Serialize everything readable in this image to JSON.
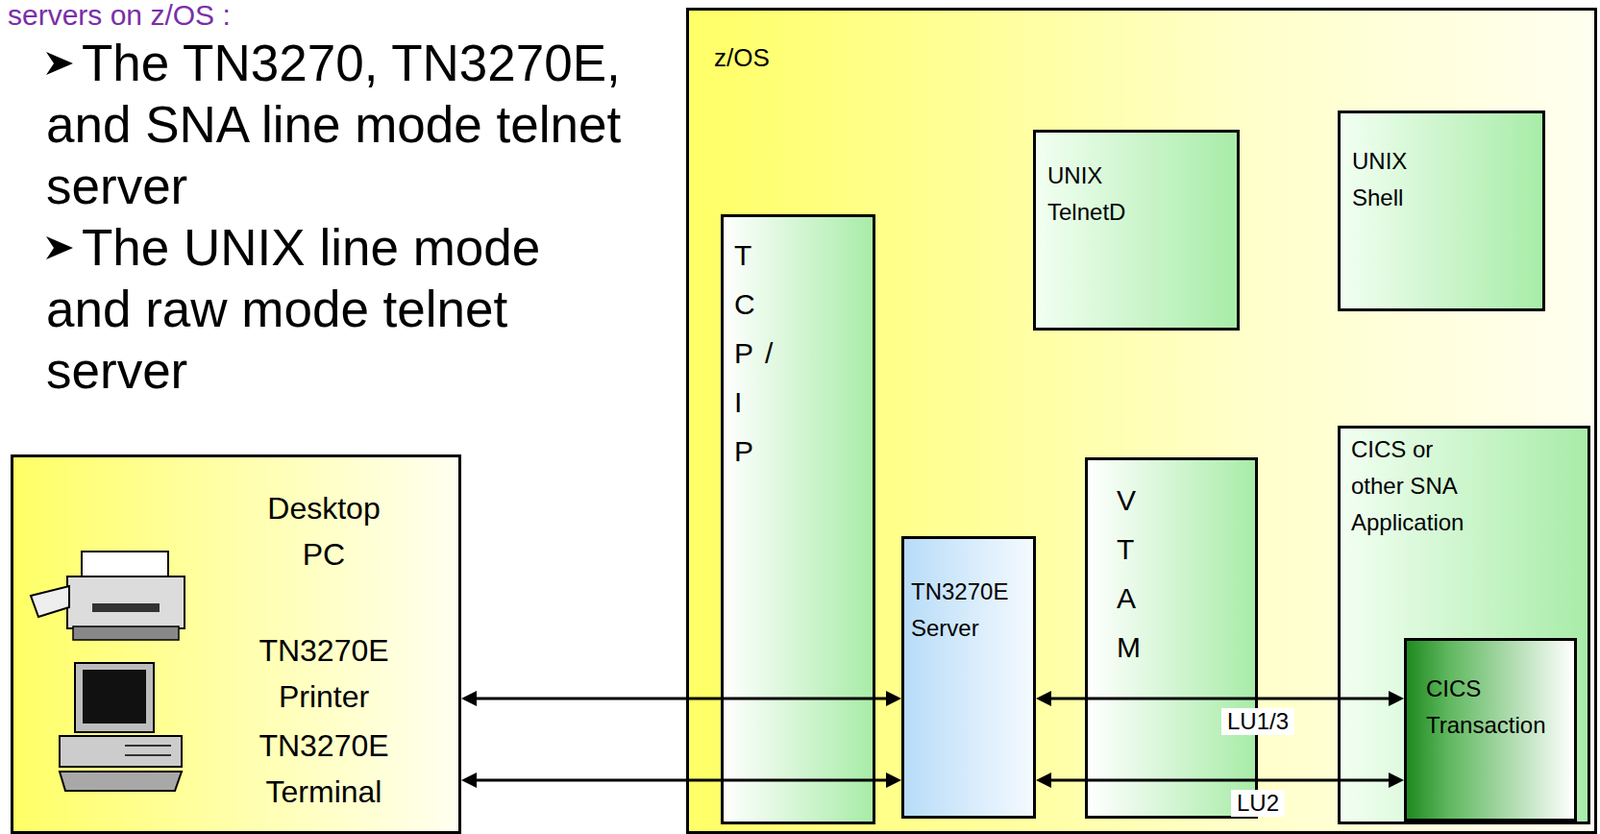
{
  "diagram": {
    "nodes": [
      {
        "text": [
          "z/OS"
        ]
      },
      {
        "text": [
          "TCP/IP"
        ],
        "in": 0
      },
      {
        "text": [
          "UNIX TelnetD"
        ],
        "in": 0
      },
      {
        "text": [
          "UNIX Shell"
        ],
        "in": 0
      },
      {
        "text": [
          "TN3270E Server"
        ],
        "in": 0
      },
      {
        "text": [
          "VTAM"
        ],
        "in": 0
      },
      {
        "text": [
          "CICS or other SNA Application"
        ],
        "in": 0
      },
      {
        "text": [
          "CICS Transaction"
        ],
        "in": 6
      },
      {
        "text": [
          "Desktop PC",
          "TN3270E Printer",
          "TN3270E Terminal"
        ]
      }
    ],
    "edges": [
      {
        "from": 8,
        "to": 4,
        "arrow": "both"
      },
      {
        "from": 8,
        "to": 4,
        "arrow": "both"
      },
      {
        "from": 4,
        "to": 7,
        "arrow": "both",
        "label": "LU1/3"
      },
      {
        "from": 4,
        "to": 7,
        "arrow": "both",
        "label": "LU2"
      }
    ],
    "labels": [
      "servers on z/OS :",
      "The TN3270, TN3270E, and SNA line mode telnet server",
      "The UNIX line mode and raw mode telnet server"
    ]
  }
}
